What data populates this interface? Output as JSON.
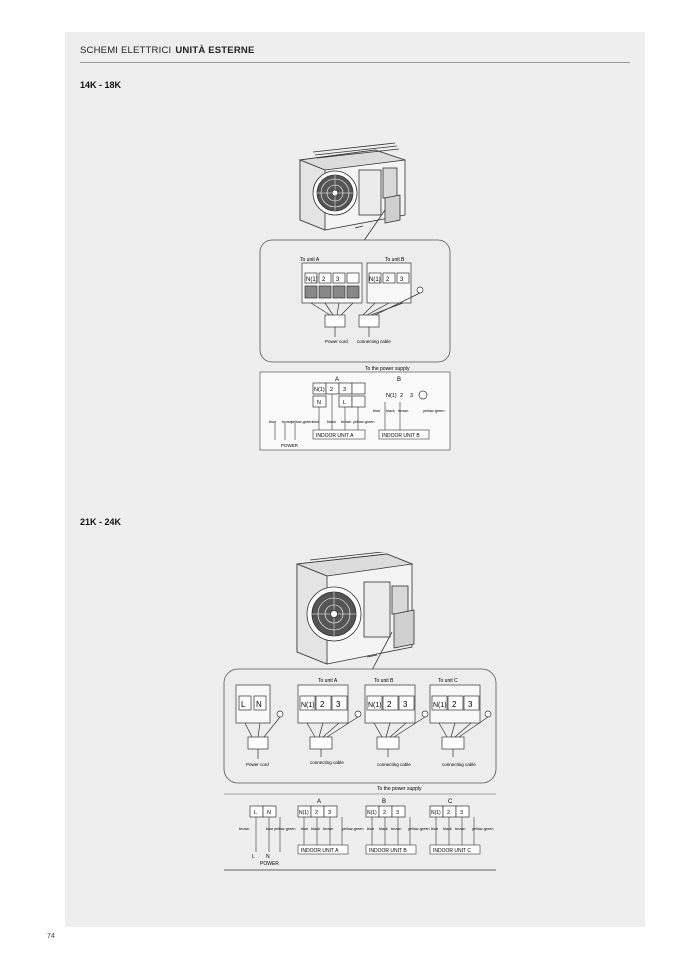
{
  "header": {
    "section": "SCHEMI ELETTRICI",
    "subtitle": "UNITÀ ESTERNE"
  },
  "page_number": "74",
  "diagram1": {
    "title": "14K - 18K",
    "to_unit_a": "To unit A",
    "to_unit_b": "To unit B",
    "terminals": [
      "N(1)",
      "2",
      "3"
    ],
    "power_cord": "Power cord",
    "connecting_cable": "connecting cable",
    "power_supply": "To the power supply",
    "label_a": "A",
    "label_b": "B",
    "row2_n": "N",
    "row2_l": "L",
    "wire_blue": "blue",
    "wire_brown": "brown",
    "wire_yellow_green": "yellow-green",
    "wire_black": "black",
    "power": "POWER",
    "indoor_a": "INDOOR UNIT A",
    "indoor_b": "INDOOR UNIT B"
  },
  "diagram2": {
    "title": "21K - 24K",
    "to_unit_a": "To unit A",
    "to_unit_b": "To unit B",
    "to_unit_c": "To unit C",
    "power_terminals": [
      "L",
      "N"
    ],
    "terminals": [
      "N(1)",
      "2",
      "3"
    ],
    "power_cord": "Power cord",
    "connecting_cable": "connecting cable",
    "power_supply": "To the power supply",
    "label_a": "A",
    "label_b": "B",
    "label_c": "C",
    "wire_blue": "blue",
    "wire_brown": "brown",
    "wire_yellow_green": "yellow-green",
    "wire_black": "black",
    "bottom_l": "L",
    "bottom_n": "N",
    "power": "POWER",
    "indoor_a": "INDOOR UNIT A",
    "indoor_b": "INDOOR UNIT B",
    "indoor_c": "INDOOR UNIT C"
  }
}
